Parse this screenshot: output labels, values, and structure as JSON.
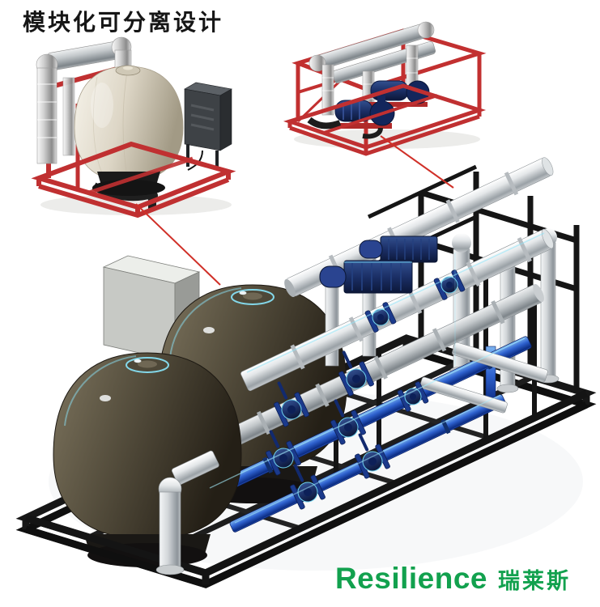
{
  "title": {
    "text": "模块化可分离设计"
  },
  "logo": {
    "brand": "Resilience",
    "cn": "瑞莱斯",
    "color": "#12a14e"
  },
  "illustration": {
    "modules": [
      {
        "id": "filter-module",
        "label": "filter-tank-skid-module"
      },
      {
        "id": "pump-module",
        "label": "pump-skid-module"
      }
    ],
    "colors": {
      "skid_red": "#c03031",
      "frame_black": "#171717",
      "tank_olive": "#554e3d",
      "tank_cream": "#ddd6c6",
      "pipe_blue": "#2f62cf",
      "glow_cyan": "#8fe3f7",
      "background": "#ffffff"
    }
  }
}
